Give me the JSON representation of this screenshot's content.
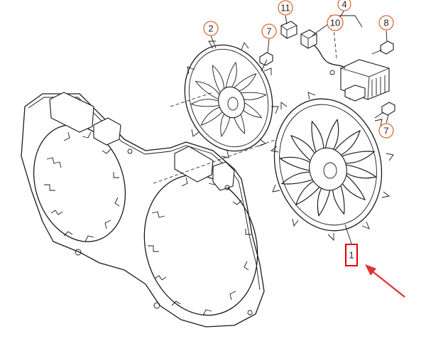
{
  "callouts": [
    {
      "id": "c2",
      "label": "2"
    },
    {
      "id": "c11",
      "label": "11"
    },
    {
      "id": "c4",
      "label": "4"
    },
    {
      "id": "c10",
      "label": "10"
    },
    {
      "id": "c7a",
      "label": "7"
    },
    {
      "id": "c8",
      "label": "8"
    },
    {
      "id": "c7b",
      "label": "7"
    }
  ],
  "highlight": {
    "label": "1"
  },
  "colors": {
    "callout_stroke": "#e0602a",
    "highlight_box": "#e00000",
    "arrow": "#e03030",
    "line": "#1a1a1a"
  },
  "icons": {
    "arrow": "red-pointer-arrow"
  }
}
